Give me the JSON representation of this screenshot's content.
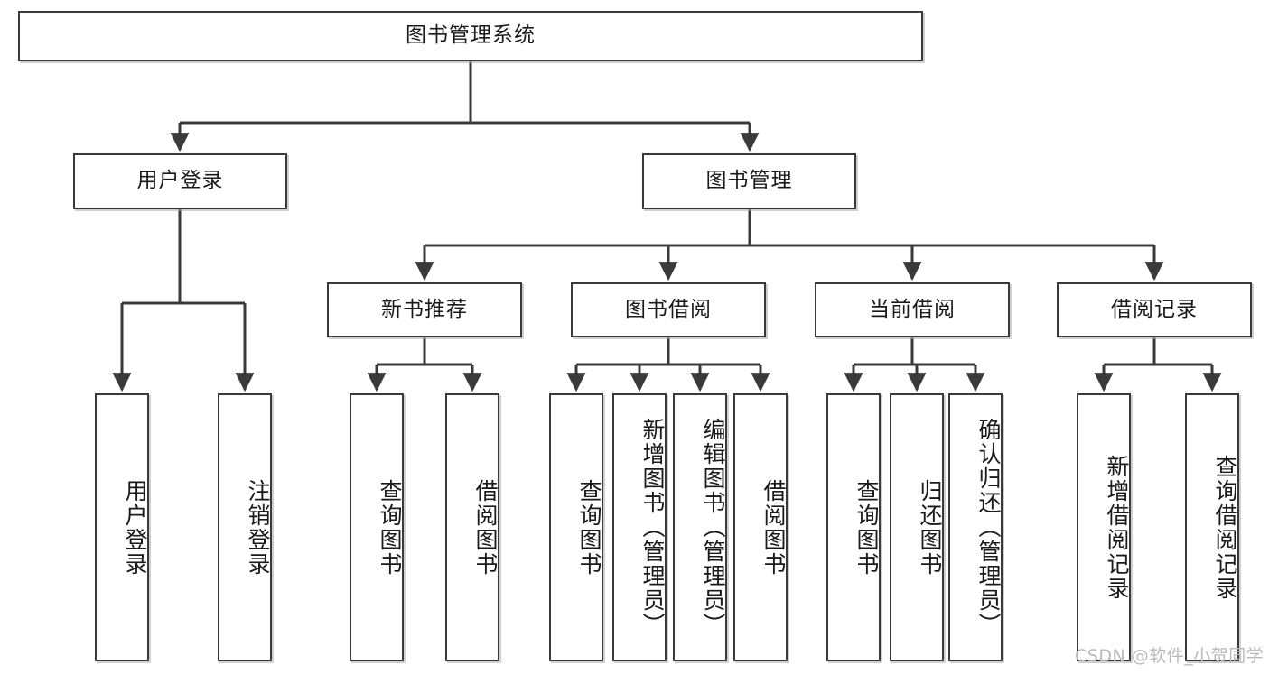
{
  "diagram": {
    "type": "tree-hierarchy",
    "title": "图书管理系统",
    "root": {
      "label": "图书管理系统"
    },
    "level2": [
      {
        "label": "用户登录"
      },
      {
        "label": "图书管理"
      }
    ],
    "level3": [
      {
        "label": "新书推荐"
      },
      {
        "label": "图书借阅"
      },
      {
        "label": "当前借阅"
      },
      {
        "label": "借阅记录"
      }
    ],
    "leaves": {
      "user_login": [
        {
          "label": "用户登录"
        },
        {
          "label": "注销登录"
        }
      ],
      "new_book_recommend": [
        {
          "label": "查询图书"
        },
        {
          "label": "借阅图书"
        }
      ],
      "book_borrow": [
        {
          "label": "查询图书"
        },
        {
          "label": "新增图书（管理员）"
        },
        {
          "label": "编辑图书（管理员）"
        },
        {
          "label": "借阅图书"
        }
      ],
      "current_borrow": [
        {
          "label": "查询图书"
        },
        {
          "label": "归还图书"
        },
        {
          "label": "确认归还（管理员）"
        }
      ],
      "borrow_record": [
        {
          "label": "新增借阅记录"
        },
        {
          "label": "查询借阅记录"
        }
      ]
    }
  },
  "watermark": {
    "text": "CSDN @软件_小贺同学"
  },
  "colors": {
    "stroke": "#3a3a3a",
    "fill": "#ffffff",
    "text": "#1a1a1a",
    "watermark": "#b9b9b9"
  }
}
